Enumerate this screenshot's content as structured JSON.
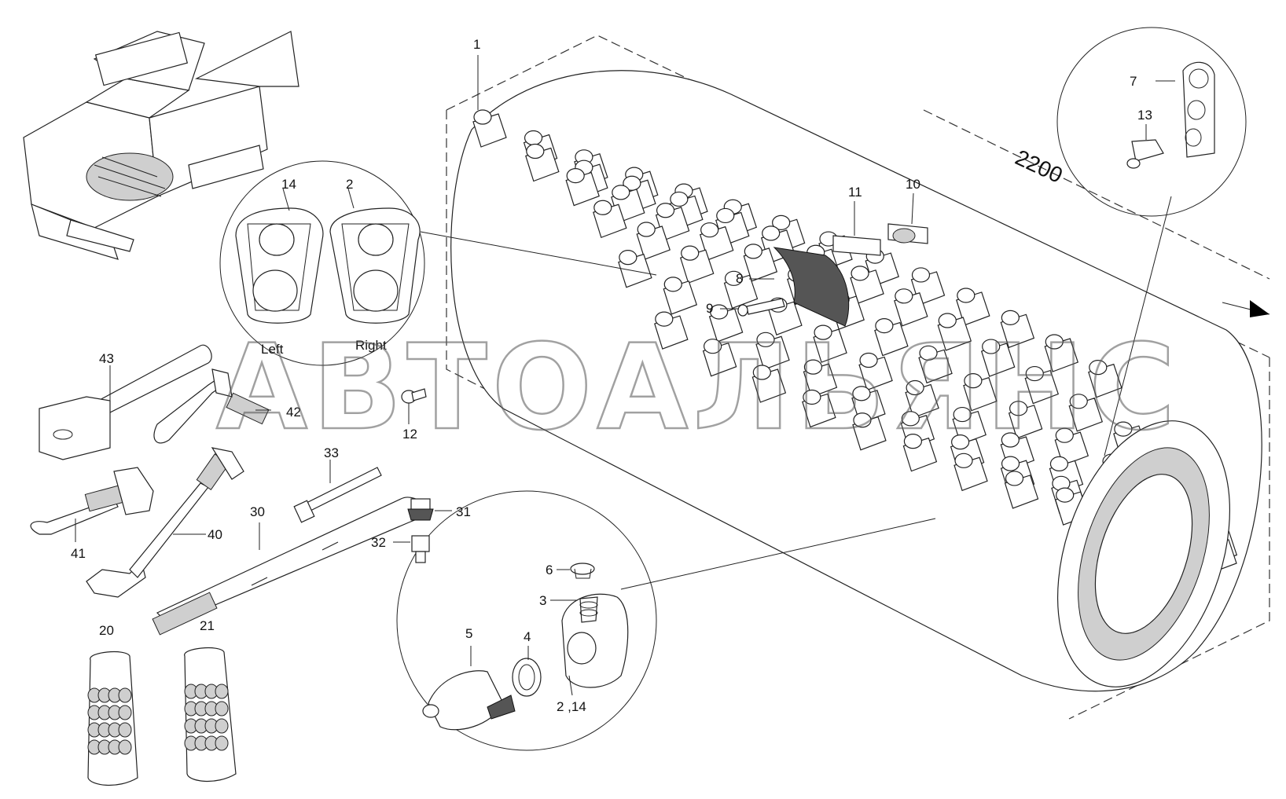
{
  "callouts": {
    "n1": "1",
    "n2": "2",
    "n3": "3",
    "n4": "4",
    "n5": "5",
    "n6": "6",
    "n7": "7",
    "n8": "8",
    "n9": "9",
    "n10": "10",
    "n11": "11",
    "n12": "12",
    "n13": "13",
    "n14": "14",
    "n20": "20",
    "n21": "21",
    "n30": "30",
    "n31": "31",
    "n32": "32",
    "n33": "33",
    "n40": "40",
    "n41": "41",
    "n42": "42",
    "n43": "43",
    "n2_14": "2 ,14"
  },
  "labels": {
    "left": "Left",
    "right": "Right"
  },
  "dimension": "2200",
  "watermark": "АВТОАЛЬЯНС"
}
